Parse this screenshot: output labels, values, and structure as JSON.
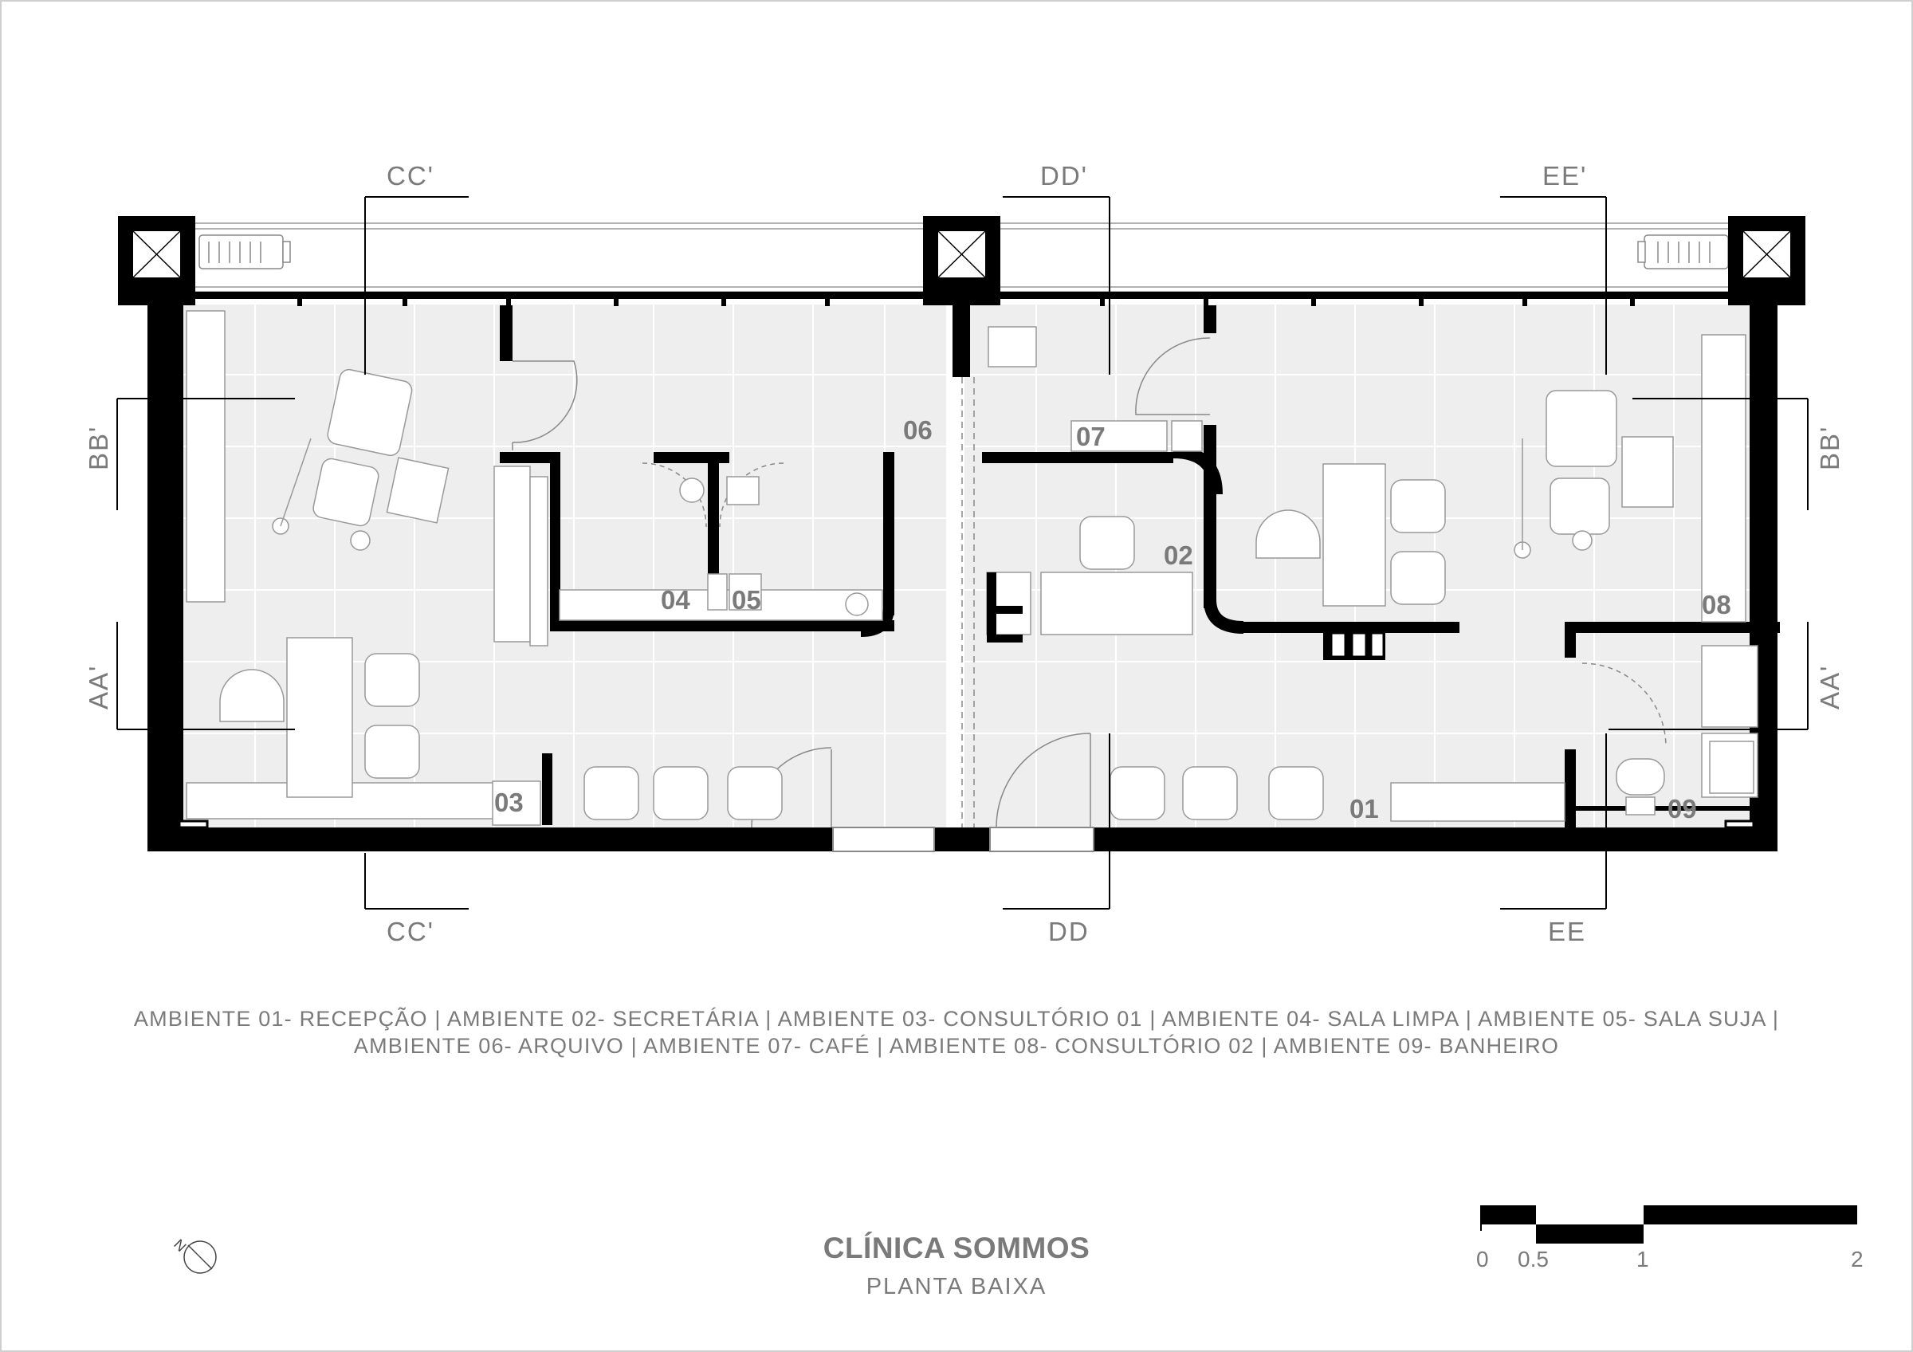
{
  "sections": {
    "cc_top": "CC'",
    "cc_bottom": "CC'",
    "dd_top": "DD'",
    "dd_bottom": "DD",
    "ee_top": "EE'",
    "ee_bottom": "EE",
    "bb_left": "BB'",
    "bb_right": "BB'",
    "aa_left": "AA'",
    "aa_right": "AA'"
  },
  "rooms": [
    "01",
    "02",
    "03",
    "04",
    "05",
    "06",
    "07",
    "08",
    "09"
  ],
  "legend": {
    "line1": "AMBIENTE 01- RECEPÇÃO | AMBIENTE 02- SECRETÁRIA | AMBIENTE 03- CONSULTÓRIO 01 | AMBIENTE 04- SALA LIMPA | AMBIENTE 05- SALA SUJA |",
    "line2": "AMBIENTE 06- ARQUIVO | AMBIENTE 07- CAFÉ | AMBIENTE 08- CONSULTÓRIO 02 | AMBIENTE 09- BANHEIRO"
  },
  "title": "CLÍNICA SOMMOS",
  "subtitle": "PLANTA BAIXA",
  "scale": {
    "ticks": [
      "0",
      "0.5",
      "1",
      "2"
    ]
  },
  "north": "N",
  "colors": {
    "wall": "#000000",
    "floor": "#eeeeee",
    "text": "#7a7a7a",
    "line": "#999999"
  }
}
